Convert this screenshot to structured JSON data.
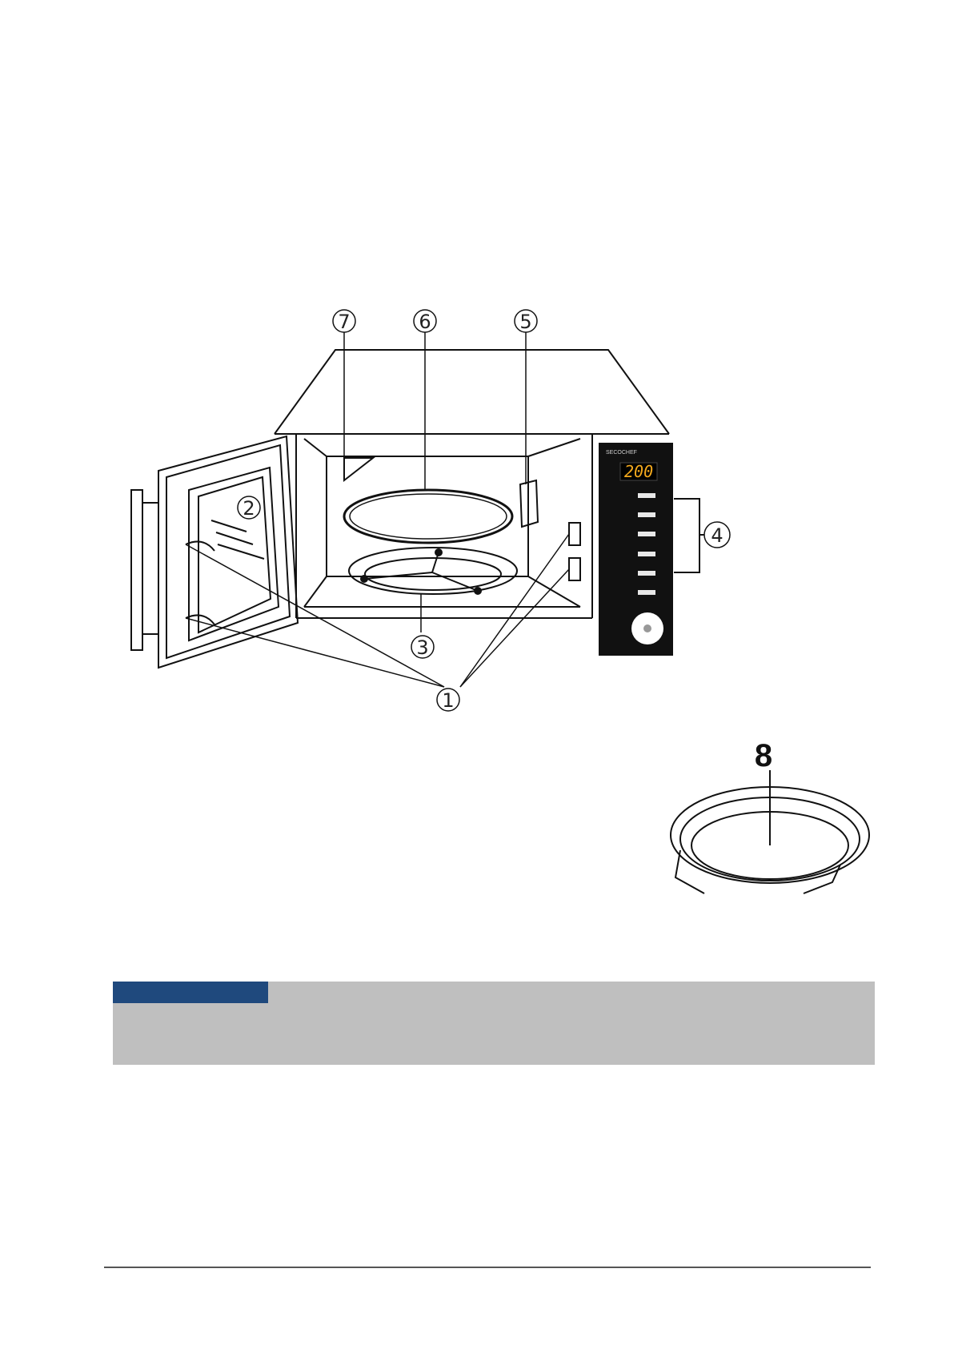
{
  "callouts": {
    "c1": "1",
    "c2": "2",
    "c3": "3",
    "c4": "4",
    "c5": "5",
    "c6": "6",
    "c7": "7",
    "c8": "8"
  },
  "control_panel": {
    "brand": "SECOCHEF",
    "display": "200"
  },
  "colors": {
    "section_bar": "#bfbfbf",
    "section_tab": "#1f497d",
    "display_text": "#f2a81d",
    "panel": "#111111"
  }
}
